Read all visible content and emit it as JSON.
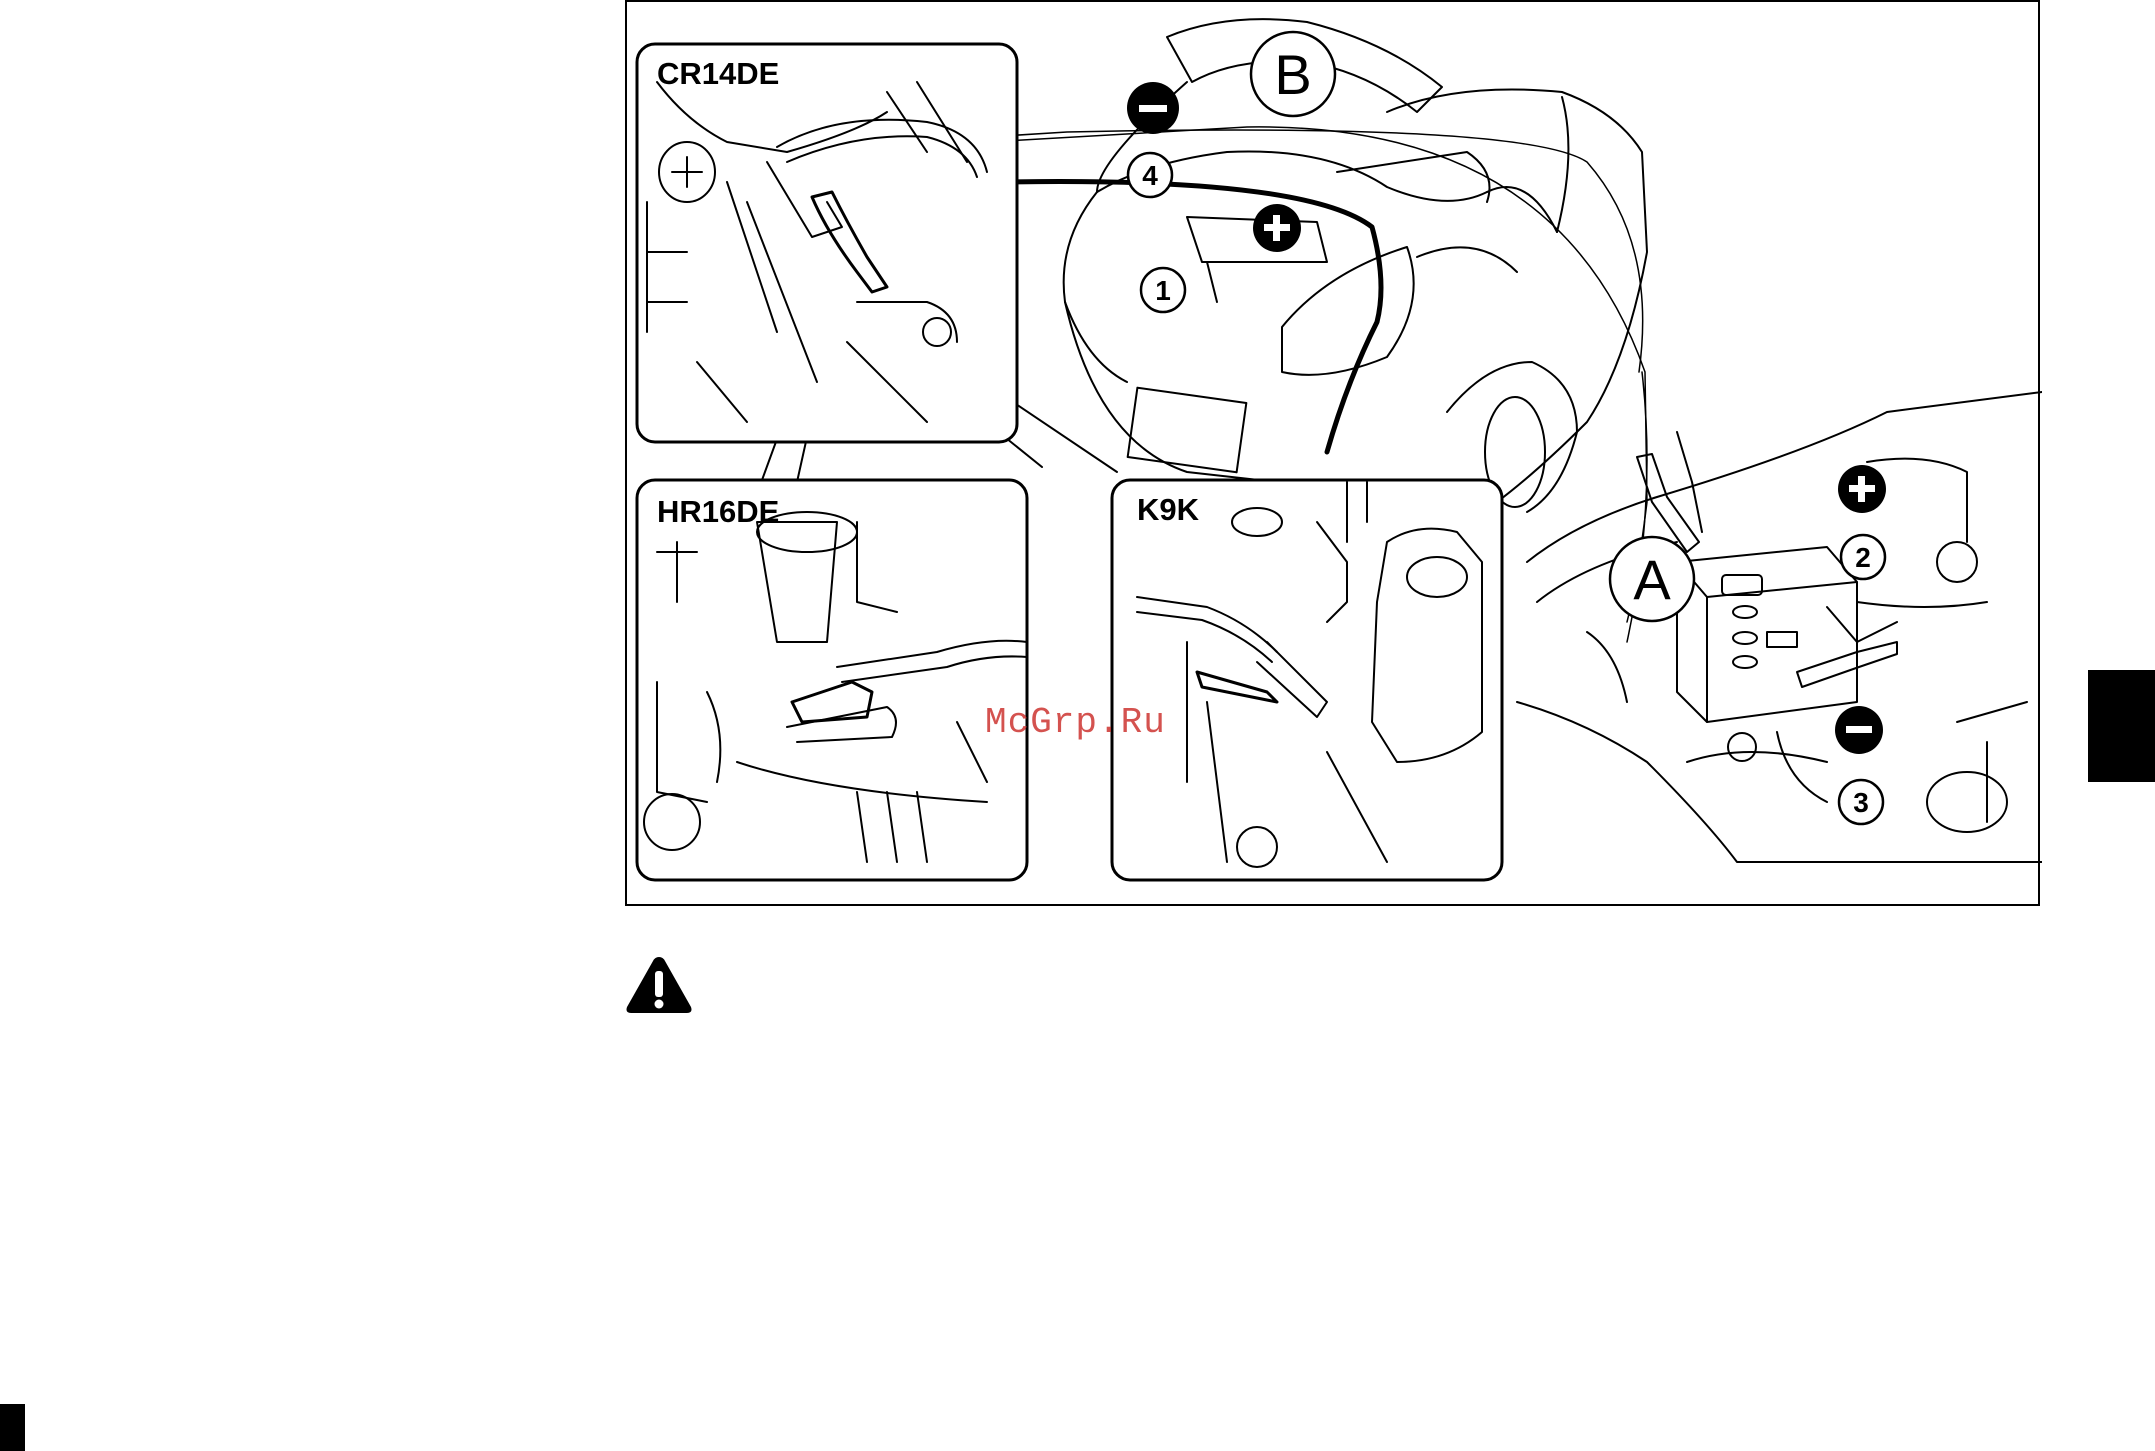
{
  "figure": {
    "insets": [
      {
        "id": "cr14de",
        "label": "CR14DE"
      },
      {
        "id": "hr16de",
        "label": "HR16DE"
      },
      {
        "id": "k9k",
        "label": "K9K"
      }
    ],
    "vehicle_labels": {
      "a": "A",
      "b": "B"
    },
    "step_numbers": [
      "1",
      "2",
      "3",
      "4"
    ],
    "polarity": {
      "plus": "+",
      "minus": "−"
    }
  },
  "watermark": "McGrp.Ru",
  "icons": {
    "warning": "warning-triangle-icon",
    "tab": "section-tab"
  }
}
